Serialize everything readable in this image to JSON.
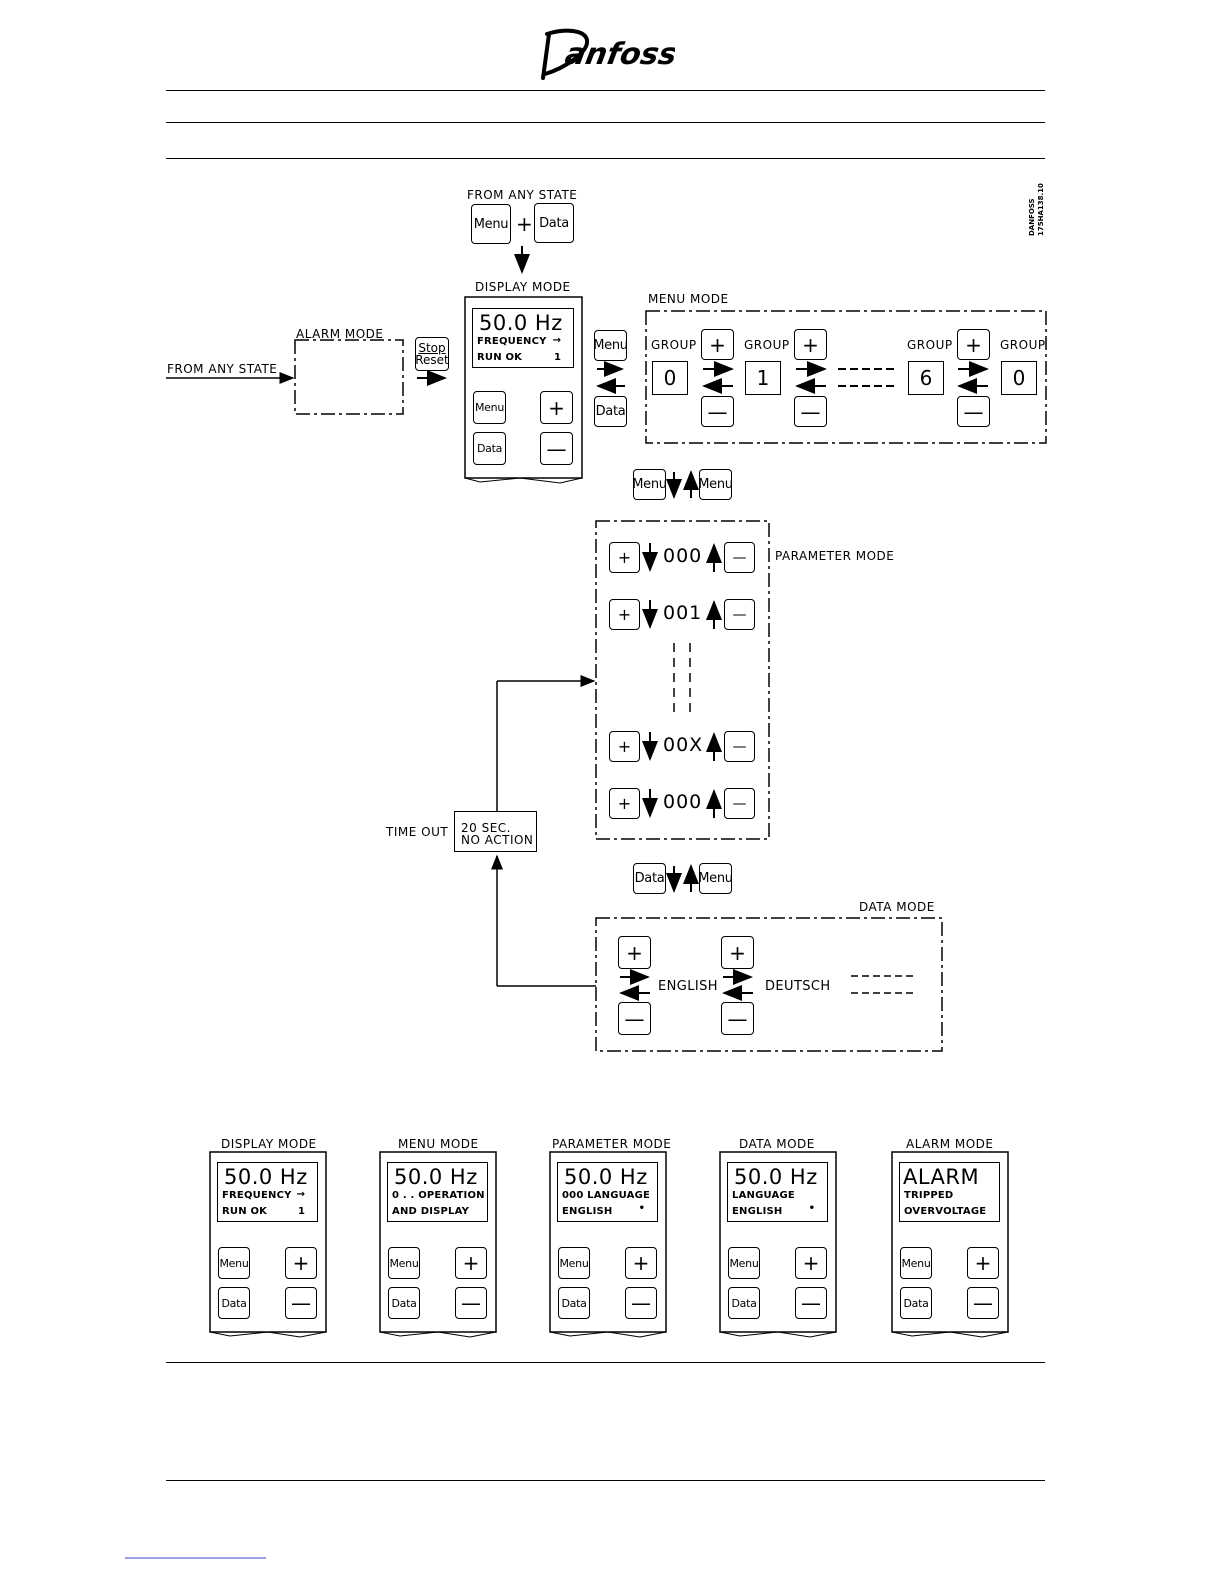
{
  "brand": {
    "logo_text": "Danfoss",
    "vertical_code": "DANFOSS 175HA138.10"
  },
  "top": {
    "from_any_state": "FROM ANY STATE",
    "plus": "+",
    "menu": "Menu",
    "data": "Data"
  },
  "display_mode": {
    "title": "DISPLAY MODE",
    "line1": "50.0 Hz",
    "line2": "FREQUENCY",
    "line2_arrow": "→",
    "line3": "RUN OK",
    "line3_value": "1",
    "menu": "Menu",
    "data": "Data",
    "plus": "+",
    "minus": "—"
  },
  "alarm": {
    "title": "ALARM MODE",
    "from_any_state": "FROM ANY STATE",
    "stop": "Stop",
    "reset": "Reset"
  },
  "menu_mode": {
    "title": "MENU MODE",
    "menu": "Menu",
    "data": "Data",
    "groups": [
      {
        "label": "GROUP",
        "value": "0"
      },
      {
        "label": "GROUP",
        "value": "1"
      },
      {
        "label": "GROUP",
        "value": "6"
      },
      {
        "label": "GROUP",
        "value": "0"
      }
    ],
    "plus": "+",
    "minus": "—"
  },
  "menu_pair": {
    "left": "Menu",
    "right": "Menu"
  },
  "parameter_mode": {
    "title": "PARAMETER MODE",
    "rows": [
      "000",
      "001",
      "00X",
      "000"
    ],
    "plus": "+",
    "minus": "—"
  },
  "timeout": {
    "label": "TIME OUT",
    "line1": "20 SEC.",
    "line2": "NO ACTION"
  },
  "data_pair": {
    "left": "Data",
    "right": "Menu"
  },
  "data_mode": {
    "title": "DATA MODE",
    "lang1": "ENGLISH",
    "lang2": "DEUTSCH",
    "plus": "+",
    "minus": "—"
  },
  "panels": [
    {
      "title": "DISPLAY MODE",
      "line1": "50.0 Hz",
      "line2": "FREQUENCY",
      "line2_right": "→",
      "line3": "RUN OK",
      "line3_right": "1"
    },
    {
      "title": "MENU MODE",
      "line1": "50.0 Hz",
      "line2": "0 . . OPERATION",
      "line2_right": "",
      "line3": "AND DISPLAY",
      "line3_right": ""
    },
    {
      "title": "PARAMETER MODE",
      "line1": "50.0 Hz",
      "line2": "000 LANGUAGE",
      "line2_right": "",
      "line3": "ENGLISH",
      "line3_right": "•"
    },
    {
      "title": "DATA MODE",
      "line1": "50.0 Hz",
      "line2": "LANGUAGE",
      "line2_right": "",
      "line3": "ENGLISH",
      "line3_right": "•"
    },
    {
      "title": "ALARM MODE",
      "line1": "ALARM",
      "line2": "TRIPPED",
      "line2_right": "",
      "line3": "OVERVOLTAGE",
      "line3_right": ""
    }
  ],
  "panel_keys": {
    "menu": "Menu",
    "data": "Data",
    "plus": "+",
    "minus": "—"
  }
}
